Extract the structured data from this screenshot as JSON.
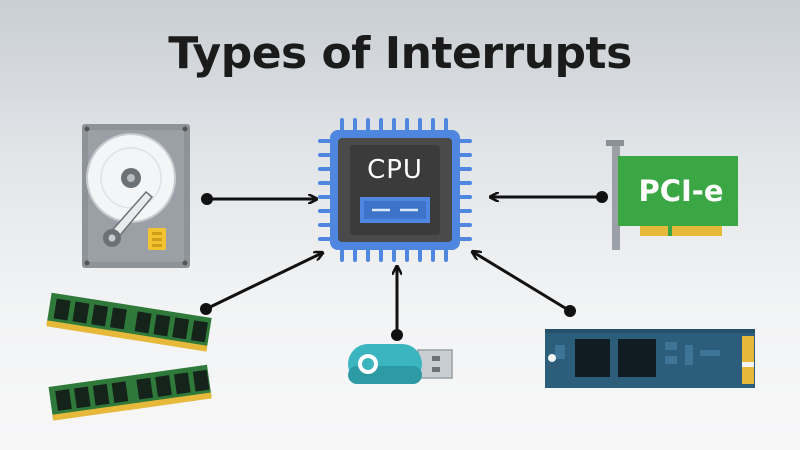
{
  "title": "Types of Interrupts",
  "cpu": {
    "label": "CPU"
  },
  "pcie": {
    "label": "PCI-e"
  },
  "colors": {
    "cpu_pins": "#4f86e0",
    "cpu_body": "#4a4a4a",
    "cpu_inner": "#3d3d3d",
    "pcie_green": "#3aa744",
    "usb_teal": "#3bb5c0",
    "ram_green": "#2f7a3a",
    "ssd_blue": "#2c5d7a",
    "arrow": "#111111"
  },
  "nodes": [
    {
      "id": "hard-disk",
      "icon": "hard-disk-icon"
    },
    {
      "id": "ram-1",
      "icon": "ram-stick-icon"
    },
    {
      "id": "ram-2",
      "icon": "ram-stick-icon"
    },
    {
      "id": "usb-drive",
      "icon": "usb-drive-icon"
    },
    {
      "id": "ssd",
      "icon": "m2-ssd-icon"
    },
    {
      "id": "pcie-card",
      "icon": "pcie-card-icon"
    }
  ]
}
